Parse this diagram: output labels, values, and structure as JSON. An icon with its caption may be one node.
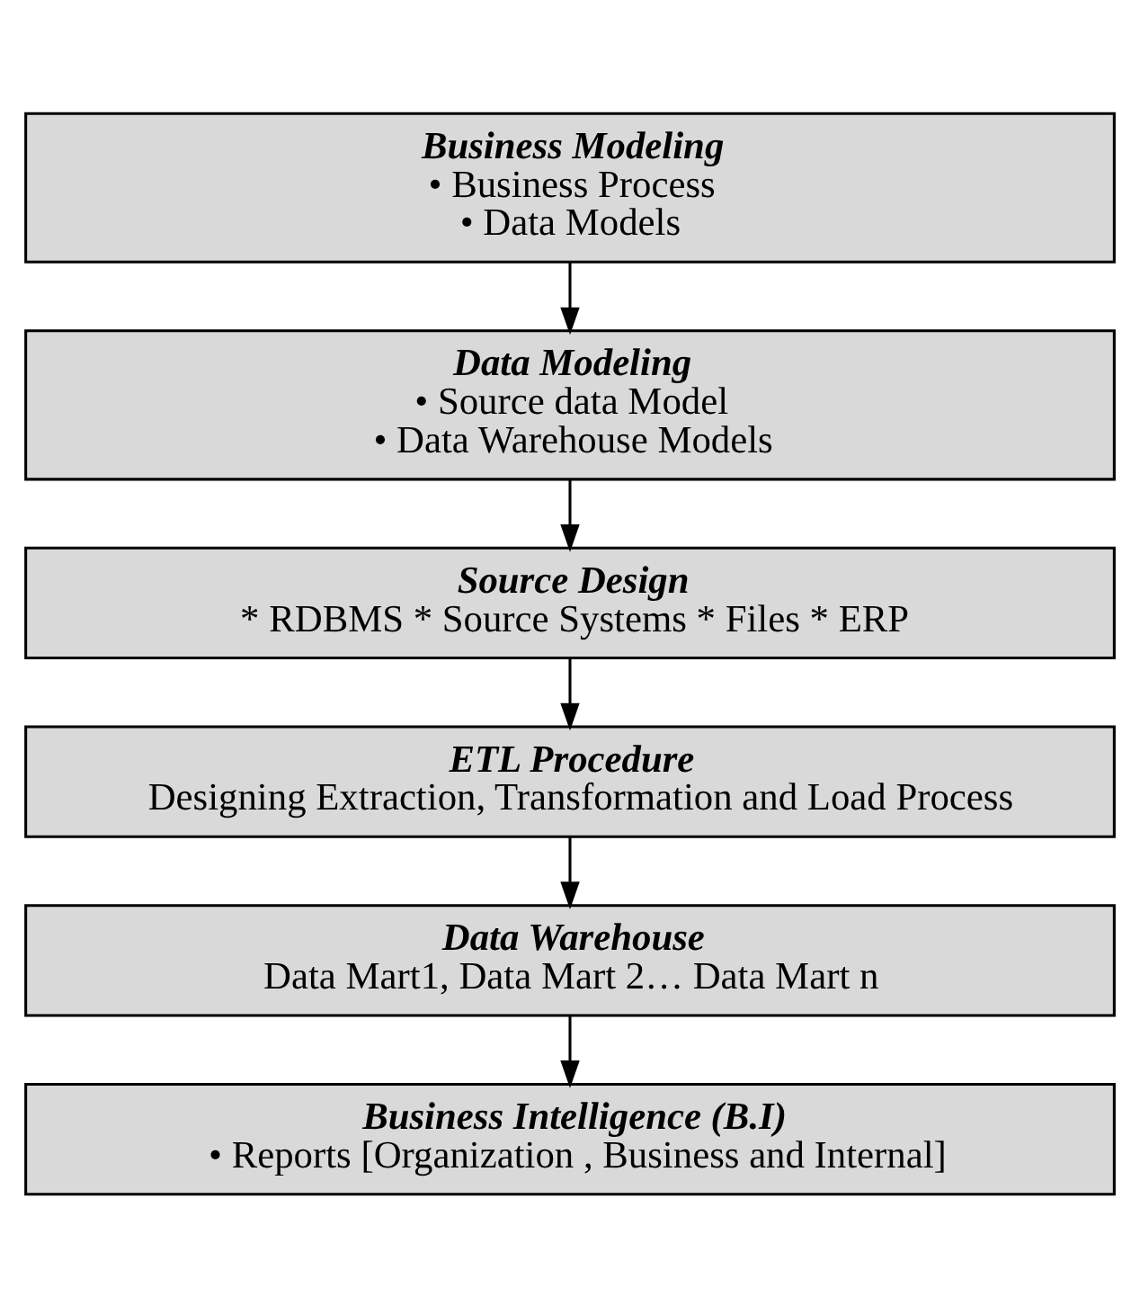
{
  "diagram": {
    "nodes": [
      {
        "text": [
          "Business Modeling",
          "• Business Process",
          "• Data Models"
        ]
      },
      {
        "text": [
          "Data Modeling",
          "• Source data Model",
          "• Data Warehouse Models"
        ]
      },
      {
        "text": [
          "Source Design",
          "* RDBMS * Source Systems * Files * ERP"
        ]
      },
      {
        "text": [
          "ETL Procedure",
          "Designing Extraction, Transformation and Load Process"
        ]
      },
      {
        "text": [
          "Data Warehouse",
          "Data Mart1, Data Mart 2… Data Mart n"
        ]
      },
      {
        "text": [
          "Business Intelligence (B.I)",
          "• Reports [Organization , Business and Internal]"
        ]
      }
    ],
    "edges": [
      {
        "from": 0,
        "to": 1,
        "arrow": "to"
      },
      {
        "from": 1,
        "to": 2,
        "arrow": "to"
      },
      {
        "from": 2,
        "to": 3,
        "arrow": "to"
      },
      {
        "from": 3,
        "to": 4,
        "arrow": "to"
      },
      {
        "from": 4,
        "to": 5,
        "arrow": "to"
      }
    ]
  }
}
